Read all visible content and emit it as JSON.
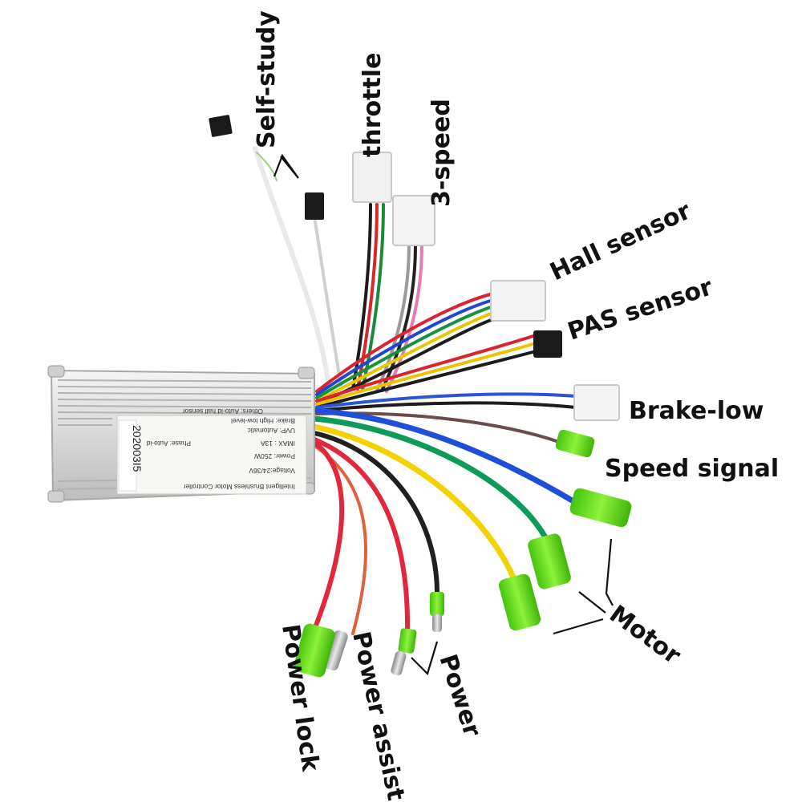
{
  "labels": {
    "self_study": "Self-study",
    "throttle": "throttle",
    "three_speed": "3-speed",
    "hall_sensor": "Hall sensor",
    "pas_sensor": "PAS sensor",
    "brake_low": "Brake-low",
    "speed_signal": "Speed signal",
    "motor": "Motor",
    "power": "Power",
    "power_assist": "Power assist",
    "power_lock": "Power lock"
  },
  "sticker": {
    "serial": "202003I5",
    "title": "Intelligent Brushless Motor Controller",
    "voltage": "Voltage:24/36V",
    "power": "Power: 250W",
    "imax": "IMAX : 13A",
    "uvp": "UVP: Automatic",
    "phase": "Phase: Auto-id",
    "brake": "Brake: High low-level",
    "others": "Others: Auto-id hall sensor"
  },
  "colors": {
    "housing": "#dcdcdc",
    "connector_white": "#f2f2f2",
    "connector_black": "#1a1a1a",
    "sleeve_green": "#6be01f",
    "motor_blue": "#1f4fd8",
    "motor_green": "#0e9a58",
    "motor_yellow": "#f2d200",
    "power_red": "#e0283a",
    "power_black": "#202020"
  }
}
